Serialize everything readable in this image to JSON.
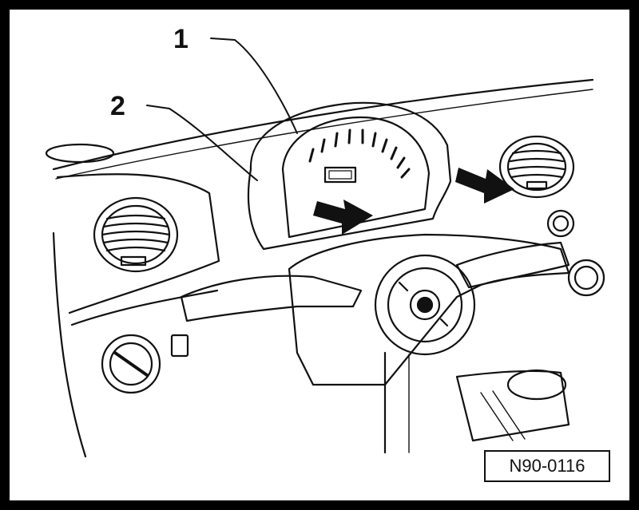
{
  "callouts": [
    {
      "label": "1"
    },
    {
      "label": "2"
    }
  ],
  "figure_code": "N90-0116",
  "colors": {
    "line": "#111111",
    "background": "#ffffff",
    "frame": "#000000"
  }
}
